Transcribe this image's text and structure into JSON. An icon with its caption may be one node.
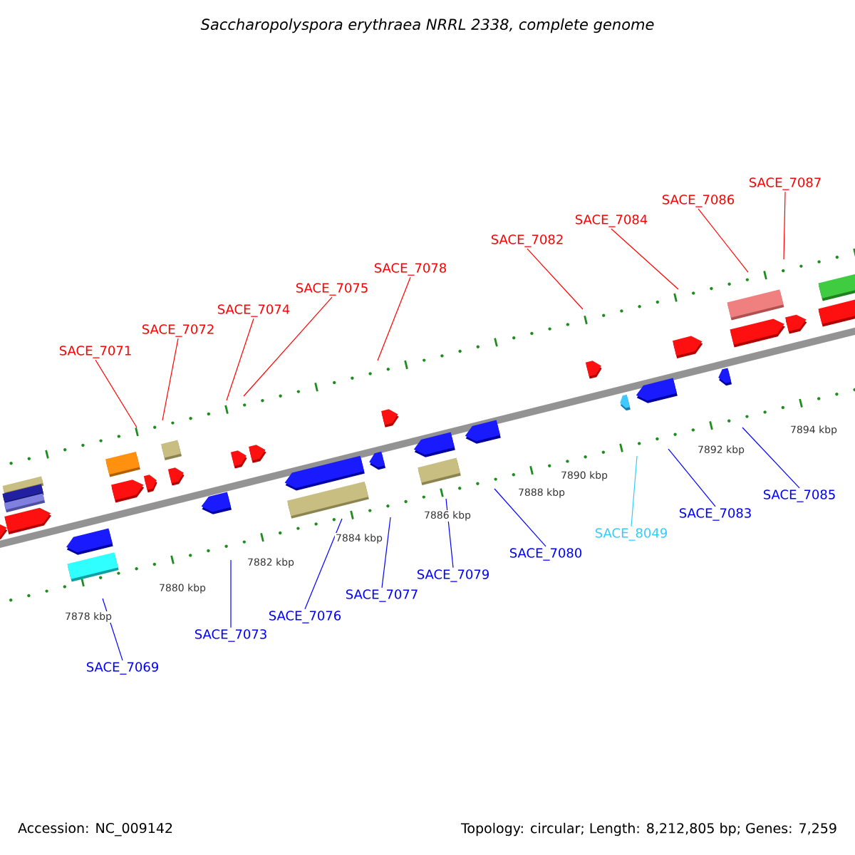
{
  "diagram": {
    "title": "Saccharopolyspora erythraea NRRL 2338, complete genome",
    "nodes": [
      {
        "text": [
          "SACE_7071"
        ]
      },
      {
        "text": [
          "SACE_7072"
        ]
      },
      {
        "text": [
          "SACE_7074"
        ]
      },
      {
        "text": [
          "SACE_7075"
        ]
      },
      {
        "text": [
          "SACE_7078"
        ]
      },
      {
        "text": [
          "SACE_7082"
        ]
      },
      {
        "text": [
          "SACE_7084"
        ]
      },
      {
        "text": [
          "SACE_7086"
        ]
      },
      {
        "text": [
          "SACE_7087"
        ]
      },
      {
        "text": [
          "SACE_7069"
        ]
      },
      {
        "text": [
          "SACE_7073"
        ]
      },
      {
        "text": [
          "SACE_7076"
        ]
      },
      {
        "text": [
          "SACE_7077"
        ]
      },
      {
        "text": [
          "SACE_7079"
        ]
      },
      {
        "text": [
          "SACE_7080"
        ]
      },
      {
        "text": [
          "SACE_8049"
        ]
      },
      {
        "text": [
          "SACE_7083"
        ]
      },
      {
        "text": [
          "SACE_7085"
        ]
      }
    ],
    "edges": [
      {
        "from": 0,
        "to": null,
        "arrow": "none"
      },
      {
        "from": 1,
        "to": null,
        "arrow": "none"
      },
      {
        "from": 2,
        "to": null,
        "arrow": "none"
      },
      {
        "from": 3,
        "to": null,
        "arrow": "none"
      },
      {
        "from": 4,
        "to": null,
        "arrow": "none"
      },
      {
        "from": 5,
        "to": null,
        "arrow": "none"
      },
      {
        "from": 6,
        "to": null,
        "arrow": "none"
      },
      {
        "from": 7,
        "to": null,
        "arrow": "none"
      },
      {
        "from": 8,
        "to": null,
        "arrow": "none"
      },
      {
        "from": 9,
        "to": null,
        "arrow": "none",
        "color": "#0000ff"
      },
      {
        "from": 10,
        "to": null,
        "arrow": "none",
        "color": "#0000ff"
      },
      {
        "from": 11,
        "to": null,
        "arrow": "none",
        "color": "#0000ff"
      },
      {
        "from": 12,
        "to": null,
        "arrow": "none",
        "color": "#0000ff"
      },
      {
        "from": 13,
        "to": null,
        "arrow": "none",
        "color": "#0000ff"
      },
      {
        "from": 14,
        "to": null,
        "arrow": "none",
        "color": "#0000ff"
      },
      {
        "from": 15,
        "to": null,
        "arrow": "none",
        "color": "#33ccff"
      },
      {
        "from": 16,
        "to": null,
        "arrow": "none",
        "color": "#0000ff"
      },
      {
        "from": 17,
        "to": null,
        "arrow": "none",
        "color": "#0000ff"
      }
    ],
    "labels": [
      "7878 kbp",
      "7880 kbp",
      "7882 kbp",
      "7884 kbp",
      "7886 kbp",
      "7888 kbp",
      "7890 kbp",
      "7892 kbp",
      "7894 kbp",
      "Accession: NC_009142",
      "Topology: circular; Length: 8,212,805 bp; Genes: 7,259"
    ]
  }
}
